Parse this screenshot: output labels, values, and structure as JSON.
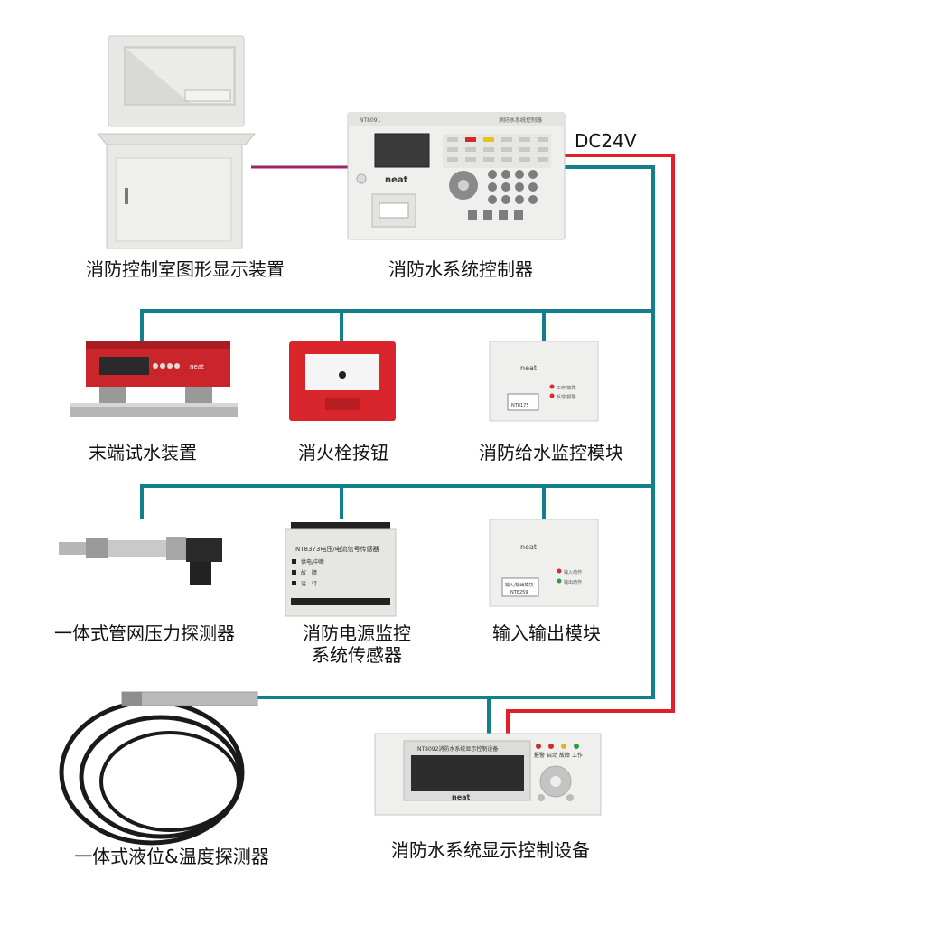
{
  "power_label": "DC24V",
  "devices": {
    "graphic_display": {
      "label": "消防控制室图形显示装置"
    },
    "controller": {
      "label": "消防水系统控制器",
      "model": "NT8091",
      "panel_title": "消防水系统控制器",
      "brand": "neat"
    },
    "end_test": {
      "label": "末端试水装置",
      "brand": "neat"
    },
    "hydrant_button": {
      "label": "消火栓按钮"
    },
    "water_monitor": {
      "label": "消防给水监控模块",
      "brand": "neat",
      "led1": "工作/故障",
      "led2": "反馈/报警",
      "model": "NT8175"
    },
    "pressure_detector": {
      "label": "一体式管网压力探测器"
    },
    "power_sensor": {
      "label_line1": "消防电源监控",
      "label_line2": "系统传感器",
      "panel_title": "NT8373电压/电流信号传感器",
      "ind1": "供电/中断",
      "ind2": "故　障",
      "ind3": "运　行"
    },
    "io_module": {
      "label": "输入输出模块",
      "brand": "neat",
      "led1": "输入动作",
      "led2": "输出动作",
      "tag1": "输入/输出模块",
      "tag2": "NT8259"
    },
    "level_detector": {
      "label": "一体式液位&温度探测器"
    },
    "display_control": {
      "label": "消防水系统显示控制设备",
      "panel_title": "NT8092消防水系统显示控制设备",
      "brand": "neat",
      "k1": "报警",
      "k2": "启动",
      "k3": "故障",
      "k4": "工作"
    }
  },
  "colors": {
    "bus": "#11808a",
    "power": "#e0202a",
    "link": "#a0206a",
    "device_red": "#c9252b",
    "panel_gray": "#e8e8e8"
  }
}
